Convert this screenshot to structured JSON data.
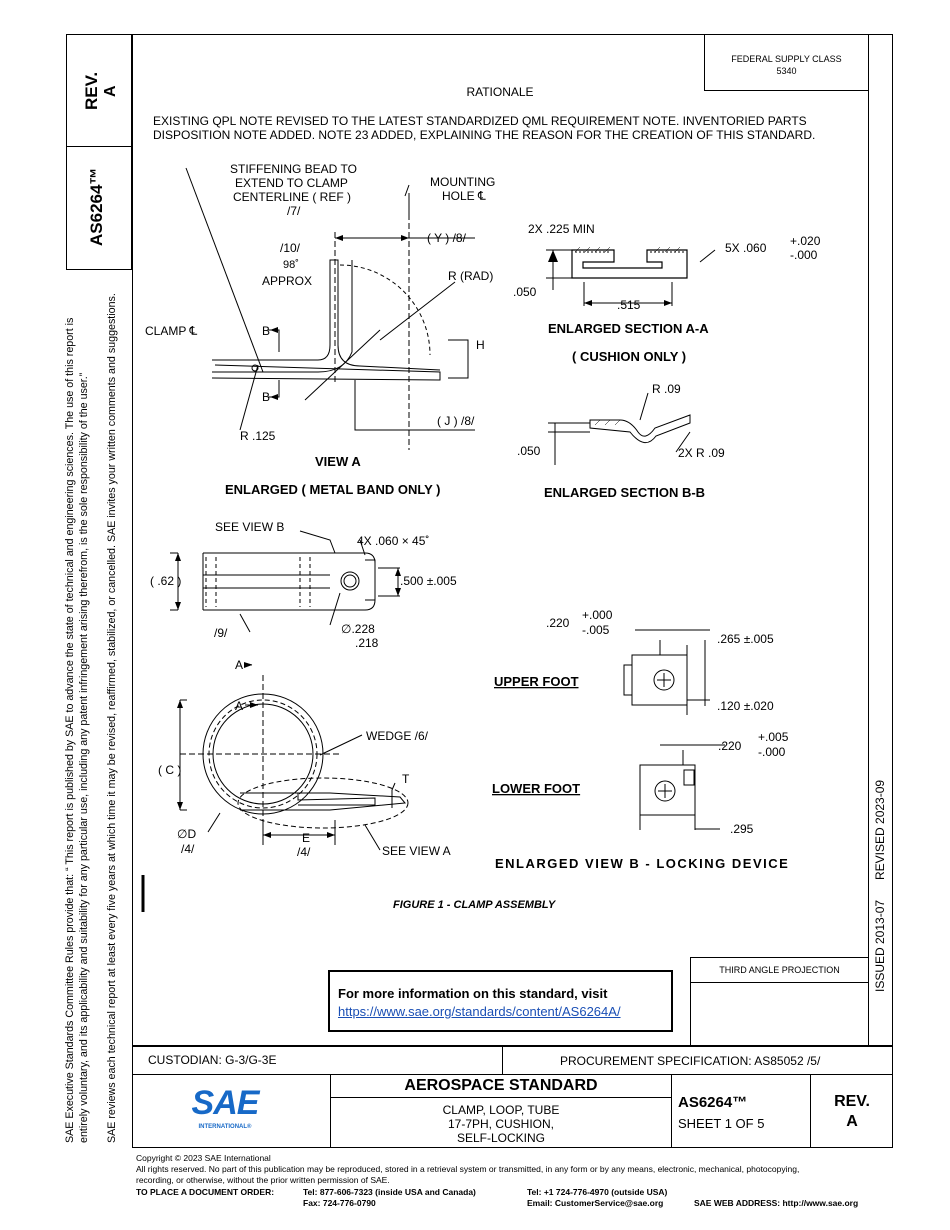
{
  "sidebar": {
    "rev_label": "REV.",
    "rev_value": "A",
    "doc_number": "AS6264™",
    "rules_line1": "SAE Executive Standards Committee Rules provide that: “ This report is published by SAE to advance the state of technical and engineering sciences. The use of this report is",
    "rules_line2": "entirely voluntary, and its applicability and suitability for any particular use, including any patent infringement arising therefrom, is the sole responsibility of the user.”",
    "rules_line3": "SAE reviews each technical report at least every five years at which time it may be revised, reaffirmed, stabilized, or cancelled. SAE invites your written comments and suggestions."
  },
  "header": {
    "federal_supply_label": "FEDERAL SUPPLY CLASS",
    "federal_supply_value": "5340",
    "rationale_title": "RATIONALE",
    "rationale_line1": "EXISTING QPL NOTE REVISED TO THE LATEST STANDARDIZED QML REQUIREMENT NOTE. INVENTORIED PARTS",
    "rationale_line2": "DISPOSITION NOTE ADDED. NOTE 23 ADDED, EXPLAINING THE REASON FOR THE CREATION OF THIS STANDARD."
  },
  "right_strip": {
    "issued": "ISSUED 2013-07",
    "revised": "REVISED 2023-09"
  },
  "drawing": {
    "stiffening1": "STIFFENING BEAD TO",
    "stiffening2": "EXTEND TO CLAMP",
    "stiffening3": "CENTERLINE ( REF )",
    "stiffening4": "/7/",
    "mounting1": "MOUNTING",
    "mounting2": "HOLE ℄",
    "y_dim": "( Y ) /8/",
    "note10": "/10/",
    "deg98": "98˚",
    "approx": "APPROX",
    "r_rad": "R (RAD)",
    "clamp_cl": "CLAMP ℄",
    "b_top": "B",
    "b_bot": "B",
    "h": "H",
    "j_dim": "( J ) /8/",
    "r125": "R .125",
    "view_a": "VIEW A",
    "enlarged_metal": "ENLARGED ( METAL BAND ONLY )",
    "sec_225": "2X .225 MIN",
    "sec_5x": "5X .060",
    "tol_p020": "+.020",
    "tol_m000": "-.000",
    "sec_050": ".050",
    "sec_515": ".515",
    "enl_sec_aa": "ENLARGED SECTION A-A",
    "cushion_only": "( CUSHION ONLY )",
    "r09": "R .09",
    "bb_050": ".050",
    "bb_2xr": "2X R .09",
    "enl_sec_bb": "ENLARGED SECTION B-B",
    "see_view_b": "SEE VIEW B",
    "chamfer": "4X .060 × 45˚",
    "dim_62": "( .62 )",
    "dim_500": ".500 ±.005",
    "note9": "/9/",
    "dia_228": "∅.228",
    "dia_218": ".218",
    "uf_220": ".220",
    "uf_tol1": "+.000",
    "uf_tol2": "-.005",
    "uf_265": ".265 ±.005",
    "upper_foot": "UPPER FOOT",
    "uf_120": ".120 ±.020",
    "a_top": "A",
    "a_bot": "A",
    "wedge": "WEDGE /6/",
    "c_dim": "( C )",
    "t": "T",
    "lf_220": ".220",
    "lf_tol1": "+.005",
    "lf_tol2": "-.000",
    "lower_foot": "LOWER FOOT",
    "lf_295": ".295",
    "d_dim": "∅D",
    "d_note": "/4/",
    "e_dim": "E",
    "e_note": "/4/",
    "see_view_a": "SEE VIEW A",
    "enl_view_b": "ENLARGED VIEW B - LOCKING DEVICE",
    "figure_caption": "FIGURE 1 - CLAMP ASSEMBLY"
  },
  "info_box": {
    "text": "For more information on this standard, visit",
    "url": "https://www.sae.org/standards/content/AS6264A/"
  },
  "projection": {
    "label": "THIRD ANGLE PROJECTION"
  },
  "title_block": {
    "custodian": "CUSTODIAN: G-3/G-3E",
    "procurement": "PROCUREMENT SPECIFICATION: AS85052 /5/",
    "logo_text": "SAE",
    "logo_sub": "INTERNATIONAL®",
    "aero_standard": "AEROSPACE STANDARD",
    "title1": "CLAMP, LOOP, TUBE",
    "title2": "17-7PH, CUSHION,",
    "title3": "SELF-LOCKING",
    "doc_number": "AS6264™",
    "sheet": "SHEET 1 OF 5",
    "rev_label": "REV.",
    "rev_value": "A"
  },
  "footer": {
    "copyright": "Copyright © 2023 SAE International",
    "rights1": "All rights reserved. No part of this publication may be reproduced, stored in a retrieval system or transmitted, in any form or by any means, electronic, mechanical, photocopying,",
    "rights2": "recording, or otherwise, without the prior written permission of SAE.",
    "order_label": "TO PLACE A DOCUMENT ORDER:",
    "tel_us": "Tel: 877-606-7323 (inside USA and Canada)",
    "fax": "Fax: 724-776-0790",
    "tel_out": "Tel: +1 724-776-4970 (outside USA)",
    "email": "Email: CustomerService@sae.org",
    "web": "SAE WEB ADDRESS: http://www.sae.org"
  }
}
